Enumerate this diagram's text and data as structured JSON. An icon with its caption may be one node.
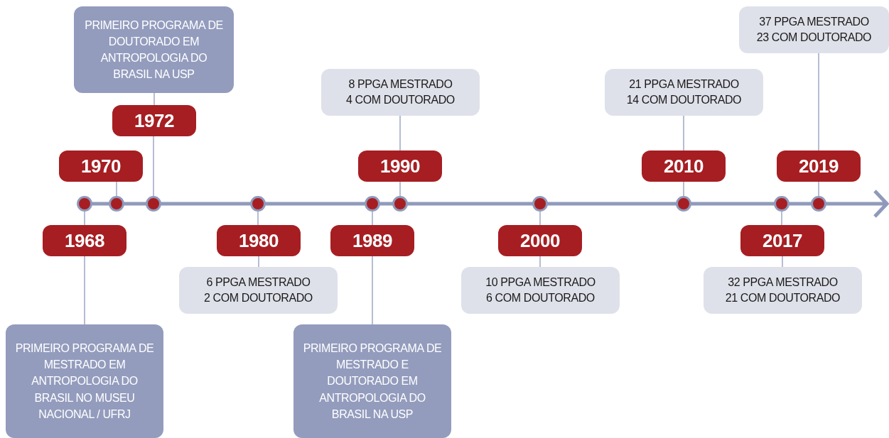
{
  "diagram": {
    "nodes": [
      {
        "text": [],
        "shape": "circle"
      },
      {
        "text": [
          "1968"
        ]
      },
      {
        "text": [
          "PRIMEIRO PROGRAMA DE MESTRADO EM ANTROPOLOGIA DO BRASIL NO MUSEU NACIONAL / UFRJ"
        ]
      },
      {
        "text": [],
        "shape": "circle"
      },
      {
        "text": [
          "1970"
        ]
      },
      {
        "text": [],
        "shape": "circle"
      },
      {
        "text": [
          "1972"
        ]
      },
      {
        "text": [
          "PRIMEIRO PROGRAMA DE DOUTORADO EM ANTROPOLOGIA DO BRASIL NA USP"
        ]
      },
      {
        "text": [],
        "shape": "circle"
      },
      {
        "text": [
          "1980"
        ]
      },
      {
        "text": [
          "6 PPGA MESTRADO 2 COM DOUTORADO"
        ]
      },
      {
        "text": [],
        "shape": "circle"
      },
      {
        "text": [
          "1989"
        ]
      },
      {
        "text": [
          "PRIMEIRO PROGRAMA DE MESTRADO E DOUTORADO EM ANTROPOLOGIA DO BRASIL NA USP"
        ]
      },
      {
        "text": [],
        "shape": "circle"
      },
      {
        "text": [
          "1990"
        ]
      },
      {
        "text": [
          "8 PPGA MESTRADO 4 COM DOUTORADO"
        ]
      },
      {
        "text": [],
        "shape": "circle"
      },
      {
        "text": [
          "2000"
        ]
      },
      {
        "text": [
          "10 PPGA MESTRADO 6 COM DOUTORADO"
        ]
      },
      {
        "text": [],
        "shape": "circle"
      },
      {
        "text": [
          "2010"
        ]
      },
      {
        "text": [
          "21 PPGA MESTRADO 14 COM DOUTORADO"
        ]
      },
      {
        "text": [],
        "shape": "circle"
      },
      {
        "text": [
          "2017"
        ]
      },
      {
        "text": [
          "32 PPGA MESTRADO 21 COM DOUTORADO"
        ]
      },
      {
        "text": [],
        "shape": "circle"
      },
      {
        "text": [
          "2019"
        ]
      },
      {
        "text": [
          "37 PPGA MESTRADO 23 COM DOUTORADO"
        ]
      }
    ],
    "edges": [
      {
        "from": 0,
        "to": 1,
        "arrow": "none"
      },
      {
        "from": 1,
        "to": 2,
        "arrow": "none"
      },
      {
        "from": 3,
        "to": 4,
        "arrow": "none"
      },
      {
        "from": 5,
        "to": 6,
        "arrow": "none"
      },
      {
        "from": 6,
        "to": 7,
        "arrow": "none"
      },
      {
        "from": 8,
        "to": 9,
        "arrow": "none"
      },
      {
        "from": 9,
        "to": 10,
        "arrow": "none"
      },
      {
        "from": 11,
        "to": 12,
        "arrow": "none"
      },
      {
        "from": 12,
        "to": 13,
        "arrow": "none"
      },
      {
        "from": 14,
        "to": 15,
        "arrow": "none"
      },
      {
        "from": 15,
        "to": 16,
        "arrow": "none"
      },
      {
        "from": 17,
        "to": 18,
        "arrow": "none"
      },
      {
        "from": 18,
        "to": 19,
        "arrow": "none"
      },
      {
        "from": 20,
        "to": 21,
        "arrow": "none"
      },
      {
        "from": 21,
        "to": 22,
        "arrow": "none"
      },
      {
        "from": 23,
        "to": 24,
        "arrow": "none"
      },
      {
        "from": 24,
        "to": 25,
        "arrow": "none"
      },
      {
        "from": 26,
        "to": 27,
        "arrow": "none"
      },
      {
        "from": 27,
        "to": 28,
        "arrow": "none"
      }
    ]
  }
}
